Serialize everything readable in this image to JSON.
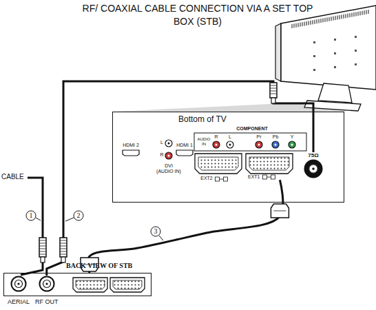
{
  "diagram": {
    "title": "RF/ COAXIAL CABLE CONNECTION VIA A SET TOP BOX (STB)",
    "nodes": [
      {
        "text": [
          "Bottom of TV"
        ]
      },
      {
        "text": [
          "EXT1"
        ],
        "in": 0
      },
      {
        "text": [
          "75Ω"
        ],
        "in": 0
      },
      {
        "text": [
          "BACK VIEW OF STB"
        ]
      },
      {
        "text": [
          "AERIAL"
        ],
        "in": 3
      },
      {
        "text": [
          "RF OUT"
        ],
        "in": 3
      }
    ],
    "edges": [
      {
        "from": 5,
        "to": 2,
        "arrow": "none"
      },
      {
        "from": 3,
        "to": 1,
        "arrow": "none"
      }
    ],
    "labels": [
      "CABLE",
      "1",
      "2",
      "3",
      "COMPONENT",
      "R",
      "L",
      "AUDIO IN",
      "Pr",
      "Pb",
      "Y",
      "HDMI 2",
      "HDMI 1",
      "L",
      "R",
      "DVI (AUDIO IN)",
      "EXT2"
    ]
  }
}
